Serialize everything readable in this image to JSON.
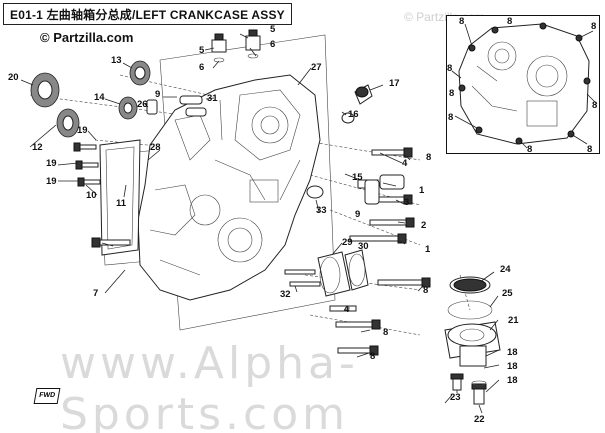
{
  "header": {
    "code": "E01-1",
    "title": "左曲轴箱分总成/LEFT CRANKCASE ASSY"
  },
  "watermarks": {
    "primary": "© Partzilla.com",
    "corner": "© Partzilla.com",
    "center": "www.Alpha-Sports.com"
  },
  "fwd_label": "FWD",
  "callouts": [
    {
      "id": "c20",
      "text": "20"
    },
    {
      "id": "c13",
      "text": "13"
    },
    {
      "id": "c5a",
      "text": "5"
    },
    {
      "id": "c6a",
      "text": "6"
    },
    {
      "id": "c5b",
      "text": "5"
    },
    {
      "id": "c6b",
      "text": "6"
    },
    {
      "id": "c27",
      "text": "27"
    },
    {
      "id": "c14",
      "text": "14"
    },
    {
      "id": "c26",
      "text": "26"
    },
    {
      "id": "c9a",
      "text": "9"
    },
    {
      "id": "c31",
      "text": "31"
    },
    {
      "id": "c17",
      "text": "17"
    },
    {
      "id": "c19a",
      "text": "19"
    },
    {
      "id": "c16",
      "text": "16"
    },
    {
      "id": "c12",
      "text": "12"
    },
    {
      "id": "c28",
      "text": "28"
    },
    {
      "id": "c19b",
      "text": "19"
    },
    {
      "id": "c19c",
      "text": "19"
    },
    {
      "id": "c10",
      "text": "10"
    },
    {
      "id": "c11",
      "text": "11"
    },
    {
      "id": "c4a",
      "text": "4"
    },
    {
      "id": "c8a",
      "text": "8"
    },
    {
      "id": "c15",
      "text": "15"
    },
    {
      "id": "c1a",
      "text": "1"
    },
    {
      "id": "c3",
      "text": "3"
    },
    {
      "id": "c33",
      "text": "33"
    },
    {
      "id": "c2",
      "text": "2"
    },
    {
      "id": "c9b",
      "text": "9"
    },
    {
      "id": "c29",
      "text": "29"
    },
    {
      "id": "c30",
      "text": "30"
    },
    {
      "id": "c1b",
      "text": "1"
    },
    {
      "id": "c7",
      "text": "7"
    },
    {
      "id": "c32",
      "text": "32"
    },
    {
      "id": "c8b",
      "text": "8"
    },
    {
      "id": "c24",
      "text": "24"
    },
    {
      "id": "c25",
      "text": "25"
    },
    {
      "id": "c4b",
      "text": "4"
    },
    {
      "id": "c8c",
      "text": "8"
    },
    {
      "id": "c21",
      "text": "21"
    },
    {
      "id": "c8d",
      "text": "8"
    },
    {
      "id": "c18a",
      "text": "18"
    },
    {
      "id": "c18b",
      "text": "18"
    },
    {
      "id": "c18c",
      "text": "18"
    },
    {
      "id": "c23",
      "text": "23"
    },
    {
      "id": "c22",
      "text": "22"
    },
    {
      "id": "i8a",
      "text": "8"
    },
    {
      "id": "i8b",
      "text": "8"
    },
    {
      "id": "i8c",
      "text": "8"
    },
    {
      "id": "i8d",
      "text": "8"
    },
    {
      "id": "i8e",
      "text": "8"
    },
    {
      "id": "i8f",
      "text": "8"
    },
    {
      "id": "i8g",
      "text": "8"
    },
    {
      "id": "i8h",
      "text": "8"
    },
    {
      "id": "i8i",
      "text": "8"
    }
  ]
}
